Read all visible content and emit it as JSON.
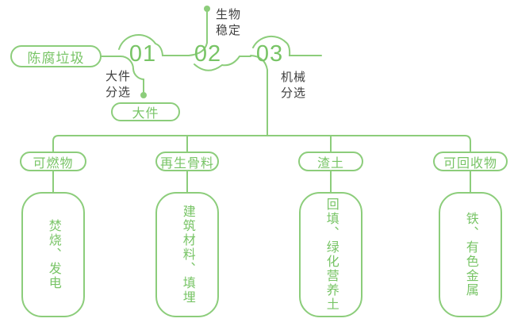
{
  "colors": {
    "green": "#78c466",
    "green_light": "#8ccd7b",
    "dark_text": "#3f3f3f",
    "background": "#ffffff"
  },
  "flow": {
    "source": "陈腐垃圾",
    "steps": [
      {
        "number": "01",
        "process": "大件\n分选",
        "output": "大件"
      },
      {
        "number": "02",
        "process": "生物\n稳定"
      },
      {
        "number": "03",
        "process": "机械\n分选"
      }
    ]
  },
  "branches": [
    {
      "category": "可燃物",
      "use": "焚烧、发电"
    },
    {
      "category": "再生骨料",
      "use": "建筑材料、填埋"
    },
    {
      "category": "渣土",
      "use": "回填、绿化营养土"
    },
    {
      "category": "可回收物",
      "use": "铁、有色金属"
    }
  ]
}
